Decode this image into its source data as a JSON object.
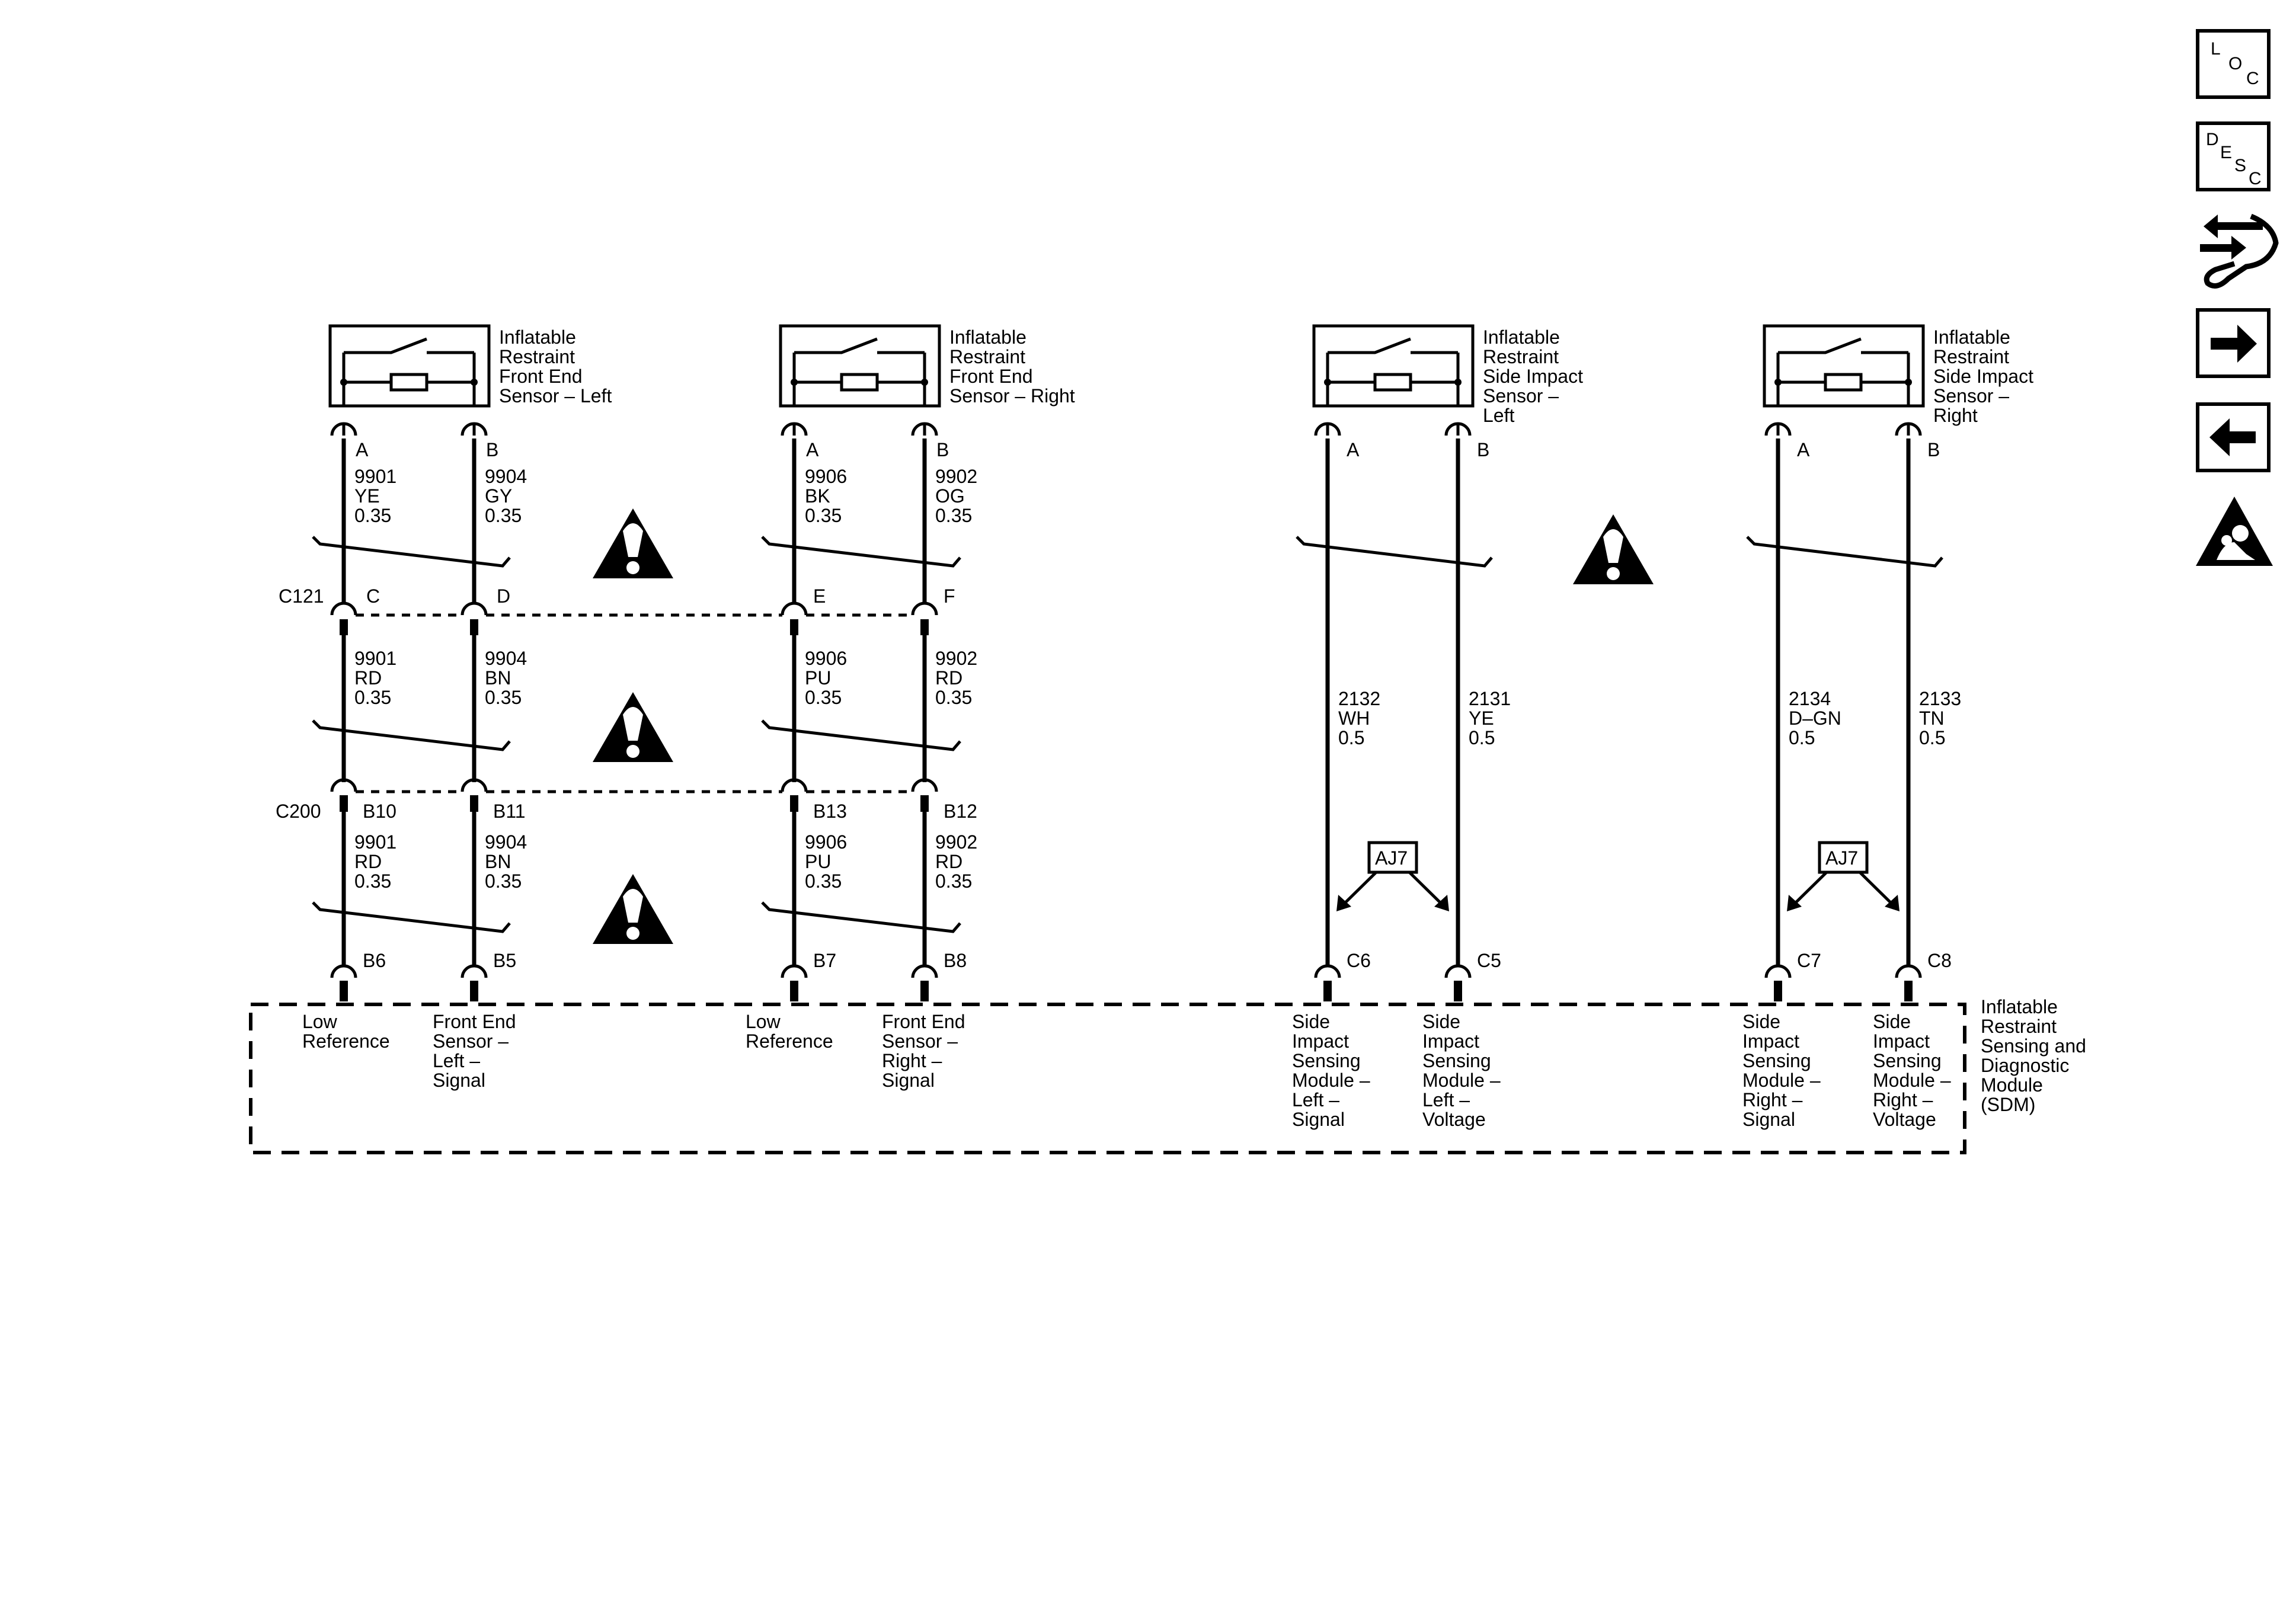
{
  "sensors": [
    {
      "id": "front-left",
      "name": [
        "Inflatable",
        "Restraint",
        "Front End",
        "Sensor – Left"
      ],
      "pins": [
        "A",
        "B"
      ]
    },
    {
      "id": "front-right",
      "name": [
        "Inflatable",
        "Restraint",
        "Front End",
        "Sensor – Right"
      ],
      "pins": [
        "A",
        "B"
      ]
    },
    {
      "id": "side-left",
      "name": [
        "Inflatable",
        "Restraint",
        "Side Impact",
        "Sensor –",
        "Left"
      ],
      "pins": [
        "A",
        "B"
      ]
    },
    {
      "id": "side-right",
      "name": [
        "Inflatable",
        "Restraint",
        "Side Impact",
        "Sensor –",
        "Right"
      ],
      "pins": [
        "A",
        "B"
      ]
    }
  ],
  "connectors": {
    "c121": {
      "name": "C121",
      "pins": [
        "C",
        "D",
        "E",
        "F"
      ]
    },
    "c200": {
      "name": "C200",
      "pins": [
        "B10",
        "B11",
        "B13",
        "B12"
      ]
    }
  },
  "wires": {
    "front_upper": [
      [
        "9901",
        "YE",
        "0.35"
      ],
      [
        "9904",
        "GY",
        "0.35"
      ],
      [
        "9906",
        "BK",
        "0.35"
      ],
      [
        "9902",
        "OG",
        "0.35"
      ]
    ],
    "front_middle": [
      [
        "9901",
        "RD",
        "0.35"
      ],
      [
        "9904",
        "BN",
        "0.35"
      ],
      [
        "9906",
        "PU",
        "0.35"
      ],
      [
        "9902",
        "RD",
        "0.35"
      ]
    ],
    "front_lower": [
      [
        "9901",
        "RD",
        "0.35"
      ],
      [
        "9904",
        "BN",
        "0.35"
      ],
      [
        "9906",
        "PU",
        "0.35"
      ],
      [
        "9902",
        "RD",
        "0.35"
      ]
    ],
    "side": [
      [
        "2132",
        "WH",
        "0.5"
      ],
      [
        "2131",
        "YE",
        "0.5"
      ],
      [
        "2134",
        "D–GN",
        "0.5"
      ],
      [
        "2133",
        "TN",
        "0.5"
      ]
    ]
  },
  "splice_labels": [
    "AJ7",
    "AJ7"
  ],
  "sdm": {
    "pins": [
      "B6",
      "B5",
      "B7",
      "B8",
      "C6",
      "C5",
      "C7",
      "C8"
    ],
    "circuits": [
      [
        "Low",
        "Reference"
      ],
      [
        "Front End",
        "Sensor –",
        "Left –",
        "Signal"
      ],
      [
        "Low",
        "Reference"
      ],
      [
        "Front End",
        "Sensor –",
        "Right –",
        "Signal"
      ],
      [
        "Side",
        "Impact",
        "Sensing",
        "Module –",
        "Left –",
        "Signal"
      ],
      [
        "Side",
        "Impact",
        "Sensing",
        "Module –",
        "Left –",
        "Voltage"
      ],
      [
        "Side",
        "Impact",
        "Sensing",
        "Module –",
        "Right –",
        "Signal"
      ],
      [
        "Side",
        "Impact",
        "Sensing",
        "Module –",
        "Right –",
        "Voltage"
      ]
    ],
    "name": [
      "Inflatable",
      "Restraint",
      "Sensing and",
      "Diagnostic",
      "Module",
      "(SDM)"
    ]
  },
  "nav": {
    "loc": [
      "L",
      "O",
      "C"
    ],
    "desc": [
      "D",
      "E",
      "S",
      "C"
    ]
  }
}
